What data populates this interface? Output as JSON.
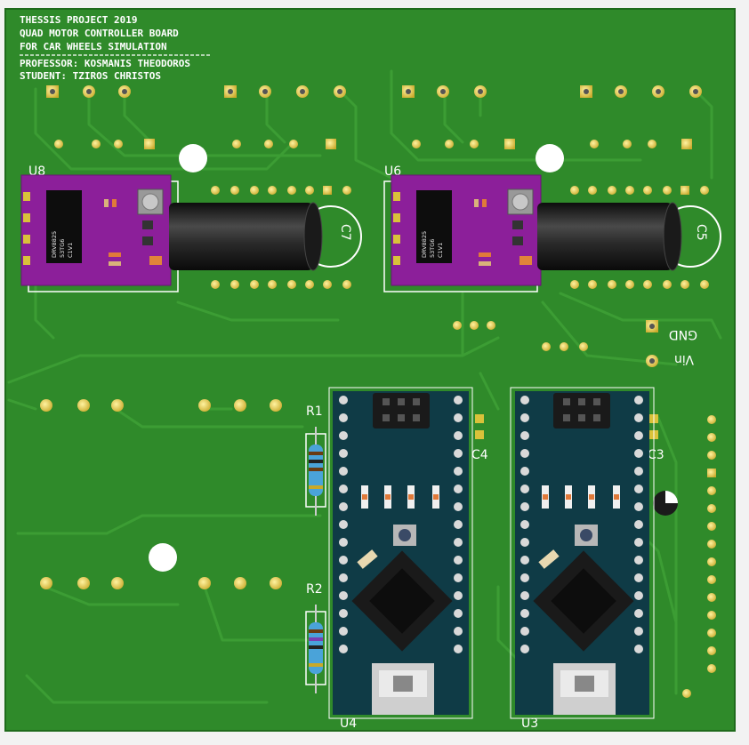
{
  "board": {
    "title_lines": [
      "THESSIS PROJECT 2019",
      "QUAD MOTOR CONTROLLER BOARD",
      "FOR CAR WHEELS SIMULATION",
      "PROFESSOR: KOSMANIS THEODOROS",
      "STUDENT: TZIROS CHRISTOS"
    ],
    "colors": {
      "pcb": "#2f8a2a",
      "pcb_dark": "#237020",
      "trace": "#3a9a33",
      "silk": "#ffffff",
      "pad": "#d9c23a",
      "driver": "#8c1f9a",
      "nano": "#0f3b46",
      "capacitor": "#1b1b1b"
    }
  },
  "drivers": [
    {
      "ref": "U8",
      "chip_lines": [
        "DRV8825",
        "53TG6",
        "C1V1"
      ]
    },
    {
      "ref": "U6",
      "chip_lines": [
        "DRV8825",
        "53TG6",
        "C1V1"
      ]
    }
  ],
  "capacitors": [
    {
      "ref": "C7"
    },
    {
      "ref": "C5"
    }
  ],
  "labels": {
    "gnd": "GND",
    "vin": "Vin",
    "r1": "R1",
    "r2": "R2",
    "c4": "C4",
    "c3": "C3",
    "u4": "U4",
    "u3": "U3"
  }
}
